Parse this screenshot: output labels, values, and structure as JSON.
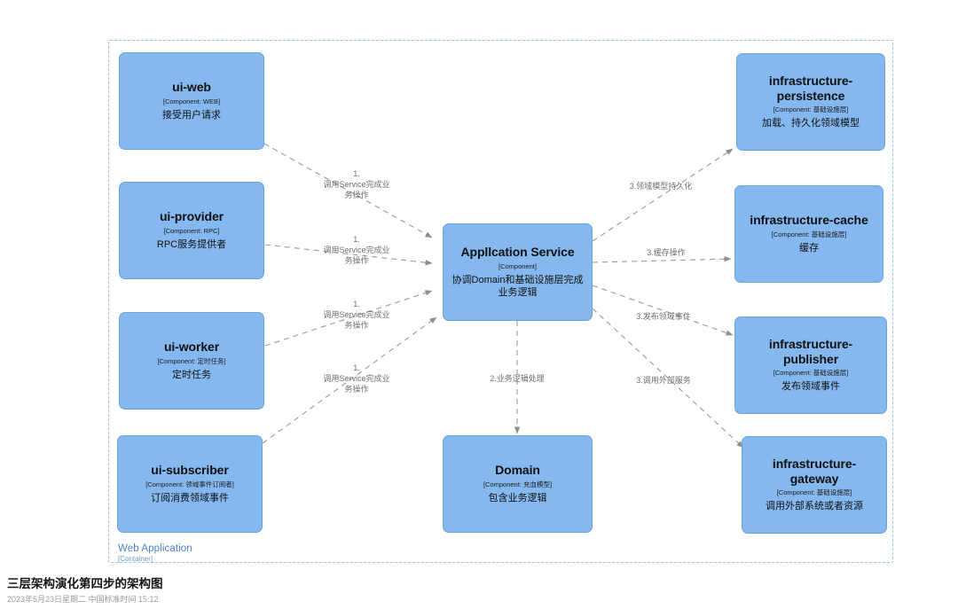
{
  "container": {
    "name": "Web Application",
    "type": "[Container]",
    "border_color": "#9cc3ef"
  },
  "theme": {
    "node_fill": "#84b8ef",
    "node_border": "#6aa4e0",
    "edge_color": "#9a9a9a",
    "label_color": "#6e6e6e",
    "container_label_color": "#4f82c4"
  },
  "nodes": [
    {
      "id": "ui-web",
      "title": "ui-web",
      "type": "[Component: WEB]",
      "desc": "接受用户请求"
    },
    {
      "id": "ui-provider",
      "title": "ui-provider",
      "type": "[Component: RPC]",
      "desc": "RPC服务提供者"
    },
    {
      "id": "ui-worker",
      "title": "ui-worker",
      "type": "[Component: 定时任务]",
      "desc": "定时任务"
    },
    {
      "id": "ui-subscriber",
      "title": "ui-subscriber",
      "type": "[Component: 领域事件订阅者]",
      "desc": "订阅消费领域事件"
    },
    {
      "id": "application-service",
      "title": "Appllcation Service",
      "type": "[Component]",
      "desc": "协调Domain和基础设施层完成业务逻辑"
    },
    {
      "id": "domain",
      "title": "Domain",
      "type": "[Component: 充血模型]",
      "desc": "包含业务逻辑"
    },
    {
      "id": "infrastructure-persistence",
      "title": "infrastructure-persistence",
      "type": "[Component: 基础设施层]",
      "desc": "加载、持久化领域模型"
    },
    {
      "id": "infrastructure-cache",
      "title": "infrastructure-cache",
      "type": "[Component: 基础设施层]",
      "desc": "缓存"
    },
    {
      "id": "infrastructure-publisher",
      "title": "infrastructure-publisher",
      "type": "[Component: 基础设施层]",
      "desc": "发布领域事件"
    },
    {
      "id": "infrastructure-gateway",
      "title": "infrastructure-gateway",
      "type": "[Component: 基础设施层]",
      "desc": "调用外部系统或者资源"
    }
  ],
  "edges": [
    {
      "id": "web-to-app",
      "from": "ui-web",
      "to": "application-service",
      "label": "1.\n调用Service完成业\n务操作"
    },
    {
      "id": "provider-to-app",
      "from": "ui-provider",
      "to": "application-service",
      "label": "1.\n调用Service完成业\n务操作"
    },
    {
      "id": "worker-to-app",
      "from": "ui-worker",
      "to": "application-service",
      "label": "1.\n调用Service完成业\n务操作"
    },
    {
      "id": "subscriber-to-app",
      "from": "ui-subscriber",
      "to": "application-service",
      "label": "1.\n调用Service完成业\n务操作"
    },
    {
      "id": "app-to-domain",
      "from": "application-service",
      "to": "domain",
      "label": "2.业务逻辑处理"
    },
    {
      "id": "app-to-persistence",
      "from": "application-service",
      "to": "infrastructure-persistence",
      "label": "3.领域模型持久化"
    },
    {
      "id": "app-to-cache",
      "from": "application-service",
      "to": "infrastructure-cache",
      "label": "3.缓存操作"
    },
    {
      "id": "app-to-publisher",
      "from": "application-service",
      "to": "infrastructure-publisher",
      "label": "3.发布领域事件"
    },
    {
      "id": "app-to-gateway",
      "from": "application-service",
      "to": "infrastructure-gateway",
      "label": "3.调用外部服务"
    }
  ],
  "caption": {
    "title": "三层架构演化第四步的架构图",
    "subtitle": "2023年5月23日星期二 中国标准时间 15:12"
  }
}
